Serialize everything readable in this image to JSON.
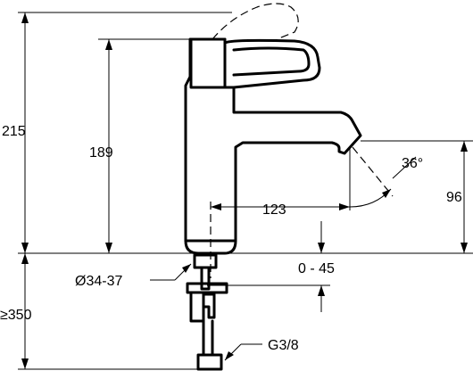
{
  "dimensions": {
    "total_height": "215",
    "body_height": "189",
    "spout_reach": "123",
    "spout_height": "96",
    "spout_angle": "36°",
    "deck_thickness": "0 - 45",
    "hole_diameter": "Ø34-37",
    "hose_length": "≥350",
    "connection": "G3/8"
  }
}
